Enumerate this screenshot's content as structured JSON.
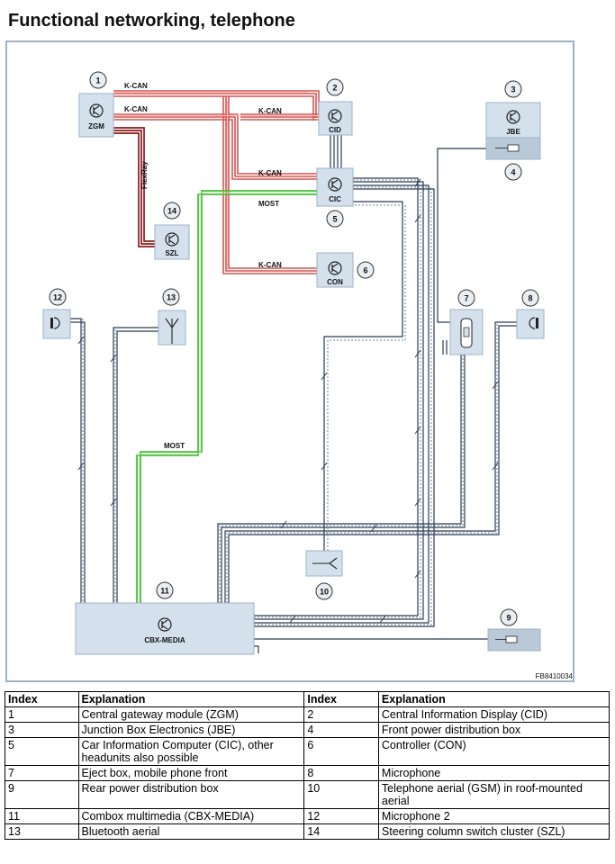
{
  "title": "Functional networking, telephone",
  "figure_code": "FB8410034",
  "components": {
    "zgm": {
      "index": "1",
      "label": "ZGM"
    },
    "cid": {
      "index": "2",
      "label": "CID"
    },
    "jbe": {
      "index": "3",
      "label": "JBE"
    },
    "front_pdb": {
      "index": "4"
    },
    "cic": {
      "index": "5",
      "label": "CIC"
    },
    "con": {
      "index": "6",
      "label": "CON"
    },
    "eject_box": {
      "index": "7"
    },
    "microphone": {
      "index": "8"
    },
    "rear_pdb": {
      "index": "9"
    },
    "gsm_aerial": {
      "index": "10"
    },
    "cbx_media": {
      "index": "11",
      "label": "CBX-MEDIA"
    },
    "microphone2": {
      "index": "12"
    },
    "bt_aerial": {
      "index": "13"
    },
    "szl": {
      "index": "14",
      "label": "SZL"
    }
  },
  "bus_labels": {
    "kcan_top": "K-CAN",
    "kcan_second": "K-CAN",
    "kcan_cid": "K-CAN",
    "kcan_cic": "K-CAN",
    "kcan_con": "K-CAN",
    "flexray": "FlexRay",
    "most_cic": "MOST",
    "most_cbx": "MOST"
  },
  "colors": {
    "kcan": "#d9534f",
    "flexray": "#8b1a1a",
    "most": "#4cbf3c",
    "box_fill": "#d4e1ec",
    "frame": "#9db2c8"
  },
  "legend": {
    "headers": [
      "Index",
      "Explanation",
      "Index",
      "Explanation"
    ],
    "rows": [
      [
        "1",
        "Central gateway module (ZGM)",
        "2",
        "Central Information Display (CID)"
      ],
      [
        "3",
        "Junction Box Electronics (JBE)",
        "4",
        "Front power distribution box"
      ],
      [
        "5",
        "Car Information Computer (CIC), other headunits also possible",
        "6",
        "Controller (CON)"
      ],
      [
        "7",
        "Eject box, mobile phone front",
        "8",
        "Microphone"
      ],
      [
        "9",
        "Rear power distribution box",
        "10",
        "Telephone aerial (GSM) in roof-mounted aerial"
      ],
      [
        "11",
        "Combox multimedia (CBX-MEDIA)",
        "12",
        "Microphone 2"
      ],
      [
        "13",
        "Bluetooth aerial",
        "14",
        "Steering column switch cluster (SZL)"
      ]
    ]
  }
}
